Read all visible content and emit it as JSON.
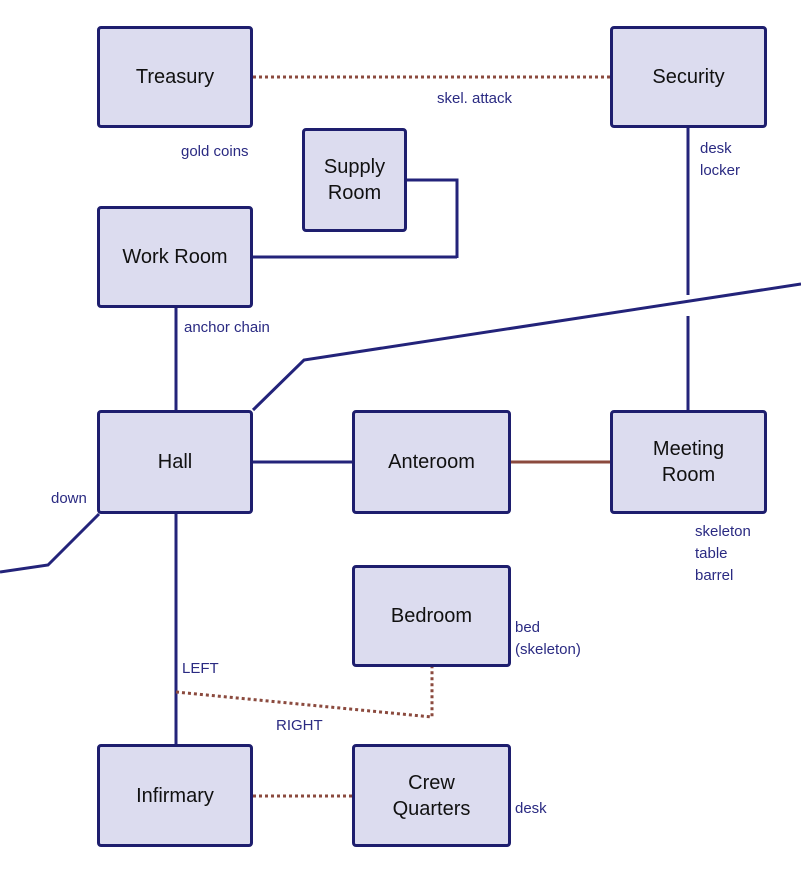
{
  "colors": {
    "room_fill": "#dcdcef",
    "room_border": "#1e1e6e",
    "passage": "#23237a",
    "door": "#8b4a3e",
    "dotted": "#8b4a3e",
    "label_text": "#2a2a82"
  },
  "rooms": {
    "treasury": "Treasury",
    "security": "Security",
    "supply": "Supply\nRoom",
    "work": "Work Room",
    "hall": "Hall",
    "anteroom": "Anteroom",
    "meeting": "Meeting\nRoom",
    "bedroom": "Bedroom",
    "infirmary": "Infirmary",
    "crew": "Crew\nQuarters"
  },
  "labels": {
    "skel_attack": "skel. attack",
    "gold_coins": "gold coins",
    "security_items": "desk\nlocker",
    "anchor_chain": "anchor chain",
    "down": "down",
    "meeting_items": "skeleton\ntable\nbarrel",
    "bedroom_items": "bed\n(skeleton)",
    "left": "LEFT",
    "right": "RIGHT",
    "crew_items": "desk"
  }
}
